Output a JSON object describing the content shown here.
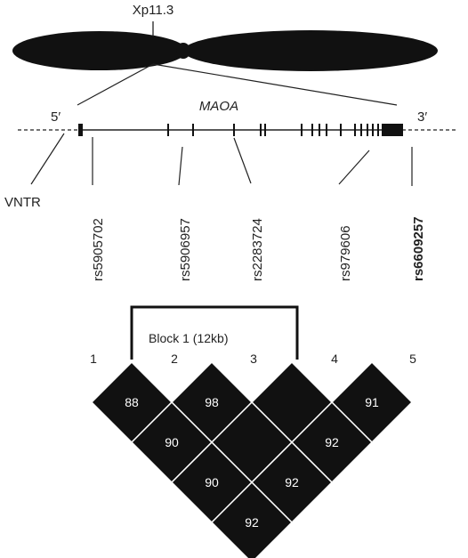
{
  "chromosome": {
    "band_label": "Xp11.3"
  },
  "gene": {
    "name": "MAOA",
    "five_prime": "5′",
    "three_prime": "3′"
  },
  "markers": {
    "vntr": "VNTR",
    "snps": [
      {
        "id": "rs5905702",
        "bold": false
      },
      {
        "id": "rs5906957",
        "bold": false
      },
      {
        "id": "rs2283724",
        "bold": false
      },
      {
        "id": "rs979606",
        "bold": false
      },
      {
        "id": "rs6609257",
        "bold": true
      }
    ]
  },
  "ld_plot": {
    "block_label": "Block 1 (12kb)",
    "marker_numbers": [
      "1",
      "2",
      "3",
      "4",
      "5"
    ],
    "pairs": [
      {
        "pair": "1-2",
        "value": "88"
      },
      {
        "pair": "2-3",
        "value": "98"
      },
      {
        "pair": "3-4",
        "value": ""
      },
      {
        "pair": "4-5",
        "value": "91"
      },
      {
        "pair": "1-3",
        "value": "90"
      },
      {
        "pair": "2-4",
        "value": ""
      },
      {
        "pair": "3-5",
        "value": "92"
      },
      {
        "pair": "1-4",
        "value": "90"
      },
      {
        "pair": "2-5",
        "value": "92"
      },
      {
        "pair": "1-5",
        "value": "92"
      }
    ],
    "cell_color": "#111111",
    "divider_color": "#ffffff"
  }
}
